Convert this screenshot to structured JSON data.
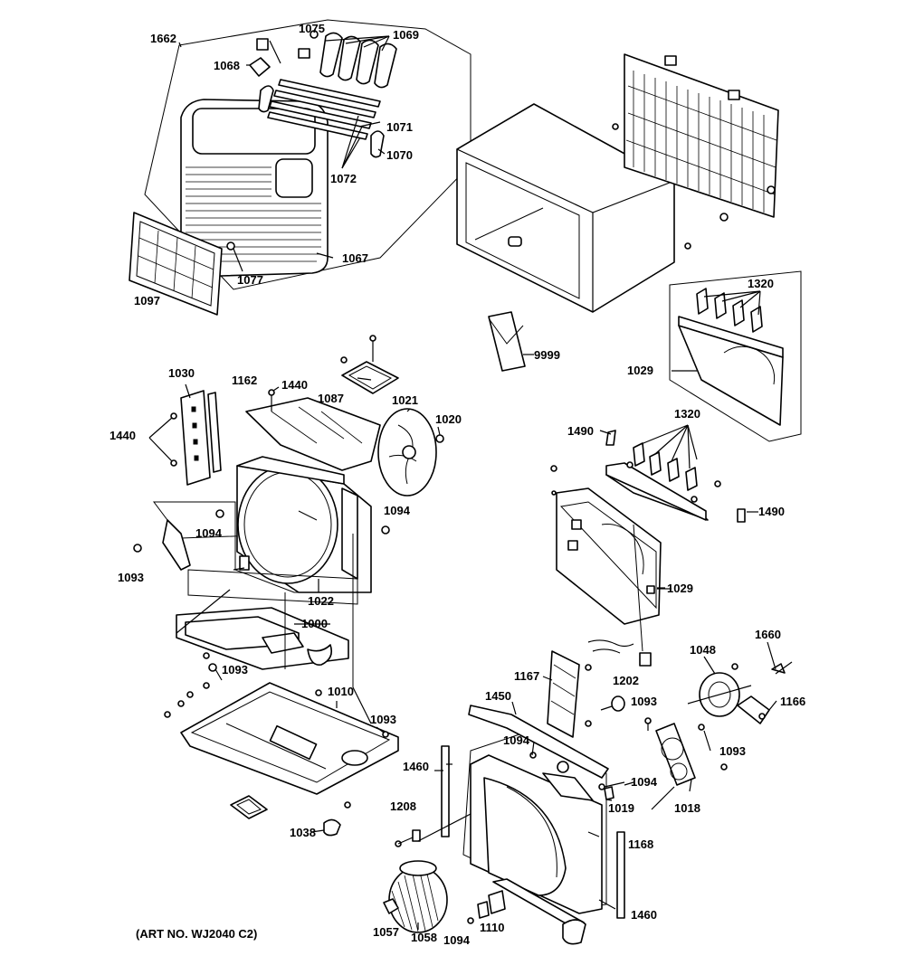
{
  "art_number": "(ART NO. WJ2040 C2)",
  "callouts": [
    {
      "id": "c1662",
      "text": "1662"
    },
    {
      "id": "c1075",
      "text": "1075"
    },
    {
      "id": "c1069",
      "text": "1069"
    },
    {
      "id": "c1068",
      "text": "1068"
    },
    {
      "id": "c1071",
      "text": "1071"
    },
    {
      "id": "c1070",
      "text": "1070"
    },
    {
      "id": "c1072",
      "text": "1072"
    },
    {
      "id": "c1067",
      "text": "1067"
    },
    {
      "id": "c1077",
      "text": "1077"
    },
    {
      "id": "c1097",
      "text": "1097"
    },
    {
      "id": "c1320a",
      "text": "1320"
    },
    {
      "id": "c1029a",
      "text": "1029"
    },
    {
      "id": "c9999",
      "text": "9999"
    },
    {
      "id": "c1030",
      "text": "1030"
    },
    {
      "id": "c1162",
      "text": "1162"
    },
    {
      "id": "c1440a",
      "text": "1440"
    },
    {
      "id": "c1087",
      "text": "1087"
    },
    {
      "id": "c1021",
      "text": "1021"
    },
    {
      "id": "c1020",
      "text": "1020"
    },
    {
      "id": "c1440b",
      "text": "1440"
    },
    {
      "id": "c1094a",
      "text": "1094"
    },
    {
      "id": "c1094b",
      "text": "1094"
    },
    {
      "id": "c1093a",
      "text": "1093"
    },
    {
      "id": "c1022",
      "text": "1022"
    },
    {
      "id": "c1490a",
      "text": "1490"
    },
    {
      "id": "c1320b",
      "text": "1320"
    },
    {
      "id": "c1490b",
      "text": "1490"
    },
    {
      "id": "c1029b",
      "text": "1029"
    },
    {
      "id": "c1000",
      "text": "1000"
    },
    {
      "id": "c1093b",
      "text": "1093"
    },
    {
      "id": "c1010",
      "text": "1010"
    },
    {
      "id": "c1093c",
      "text": "1093"
    },
    {
      "id": "c1038",
      "text": "1038"
    },
    {
      "id": "c1660",
      "text": "1660"
    },
    {
      "id": "c1048",
      "text": "1048"
    },
    {
      "id": "c1166",
      "text": "1166"
    },
    {
      "id": "c1167",
      "text": "1167"
    },
    {
      "id": "c1202",
      "text": "1202"
    },
    {
      "id": "c1093d",
      "text": "1093"
    },
    {
      "id": "c1450",
      "text": "1450"
    },
    {
      "id": "c1094c",
      "text": "1094"
    },
    {
      "id": "c1093e",
      "text": "1093"
    },
    {
      "id": "c1460a",
      "text": "1460"
    },
    {
      "id": "c1094d",
      "text": "1094"
    },
    {
      "id": "c1019",
      "text": "1019"
    },
    {
      "id": "c1018",
      "text": "1018"
    },
    {
      "id": "c1208",
      "text": "1208"
    },
    {
      "id": "c1168",
      "text": "1168"
    },
    {
      "id": "c1460b",
      "text": "1460"
    },
    {
      "id": "c1057",
      "text": "1057"
    },
    {
      "id": "c1058",
      "text": "1058"
    },
    {
      "id": "c1094e",
      "text": "1094"
    },
    {
      "id": "c1110",
      "text": "1110"
    }
  ]
}
